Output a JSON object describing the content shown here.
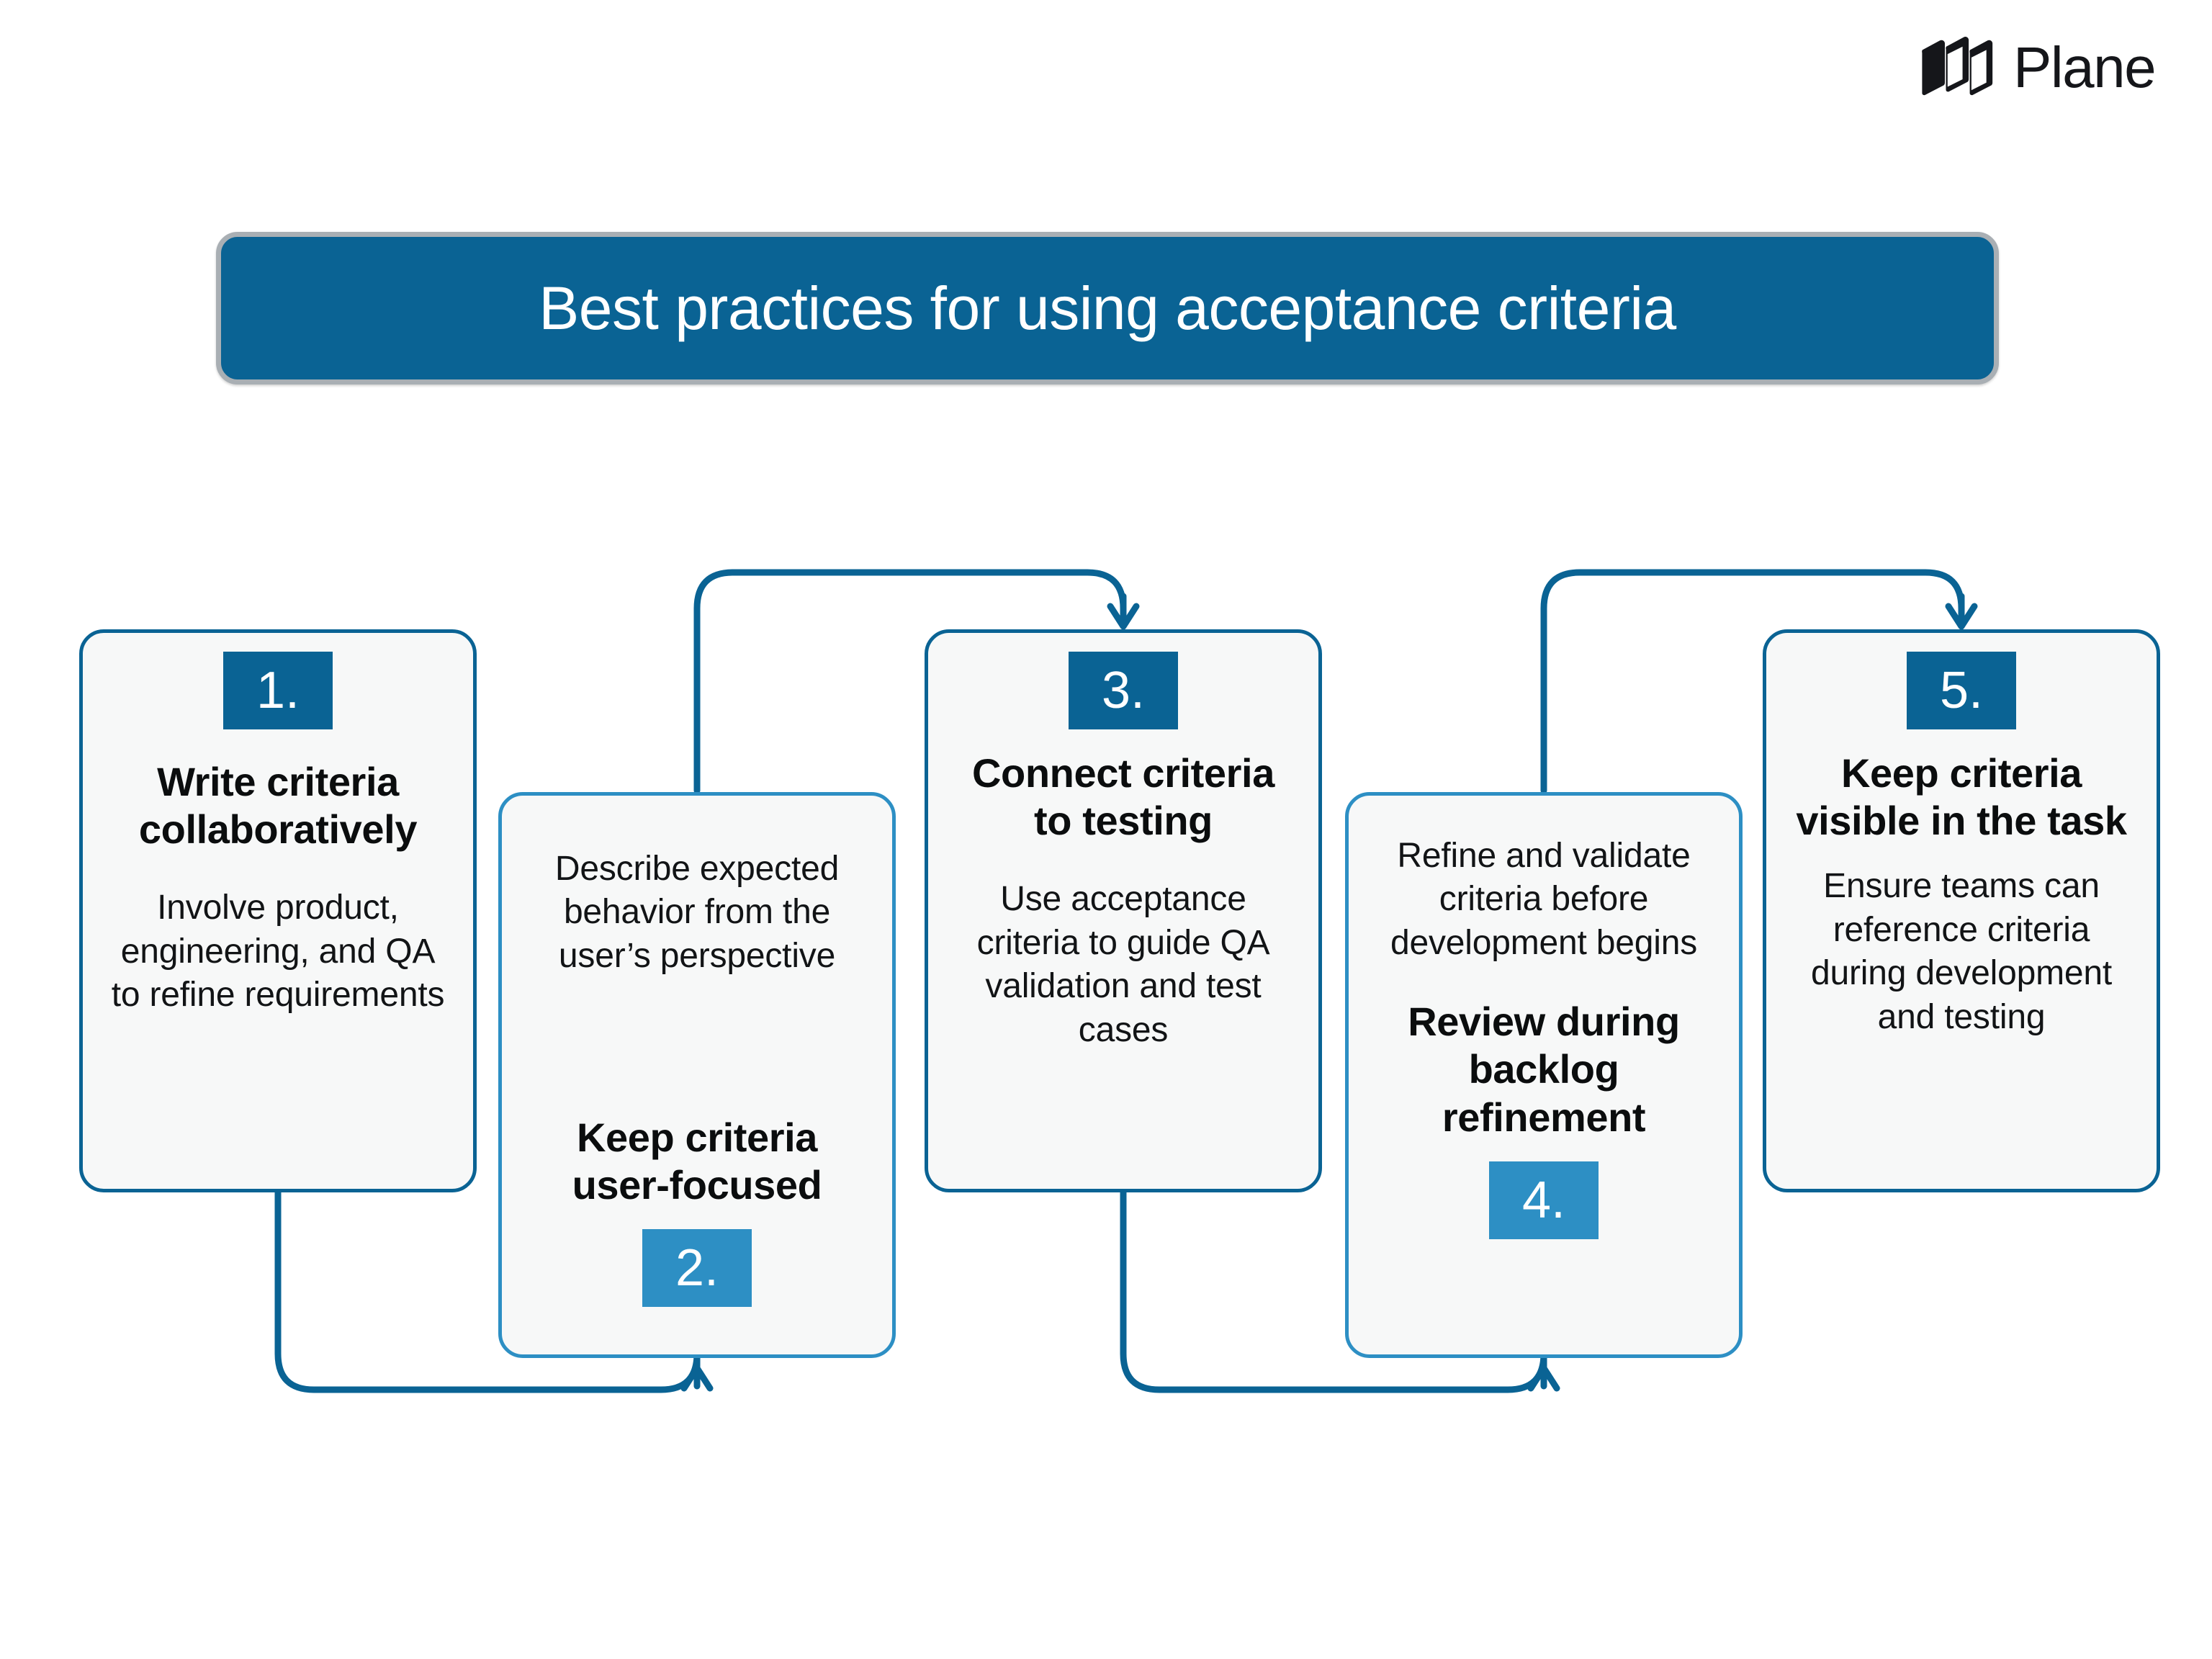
{
  "brand": {
    "name": "Plane",
    "logo_icon": "plane-logo-icon",
    "logo_color": "#15161A"
  },
  "header": {
    "title": "Best practices for using acceptance criteria",
    "banner_fill": "#0A6394",
    "banner_border": "#A9AFB4",
    "title_color": "#FFFFFF"
  },
  "theme": {
    "accent_dark": "#0A6394",
    "accent_light": "#2D8FC4",
    "card_fill": "#F7F8F8",
    "text_color": "#0B0D0E",
    "page_background": "#FFFFFF"
  },
  "diagram": {
    "type": "process-flow",
    "orientation": "horizontal-zigzag",
    "step_count": 5,
    "steps": [
      {
        "number": "1.",
        "title": "Write criteria collaboratively",
        "description": "Involve product, engineering, and QA to refine requirements",
        "variant": "dark",
        "badge_position": "top",
        "accent": "#0A6394"
      },
      {
        "number": "2.",
        "title": "Keep criteria user-focused",
        "description": "Describe expected behavior from the user’s perspective",
        "variant": "light",
        "badge_position": "bottom",
        "accent": "#2D8FC4"
      },
      {
        "number": "3.",
        "title": "Connect criteria to testing",
        "description": "Use acceptance criteria to guide QA validation and test cases",
        "variant": "dark",
        "badge_position": "top",
        "accent": "#0A6394"
      },
      {
        "number": "4.",
        "title": "Review during backlog refinement",
        "description": "Refine and validate criteria before development begins",
        "variant": "light",
        "badge_position": "bottom",
        "accent": "#2D8FC4"
      },
      {
        "number": "5.",
        "title": "Keep criteria visible in the task",
        "description": "Ensure teams can reference criteria during development and testing",
        "variant": "dark",
        "badge_position": "top",
        "accent": "#0A6394"
      }
    ],
    "connectors": [
      {
        "from": "1",
        "to": "2",
        "route": "bottom",
        "arrow": "up"
      },
      {
        "from": "2",
        "to": "3",
        "route": "top",
        "arrow": "down"
      },
      {
        "from": "3",
        "to": "4",
        "route": "bottom",
        "arrow": "up"
      },
      {
        "from": "4",
        "to": "5",
        "route": "top",
        "arrow": "down"
      }
    ],
    "connector_color": "#0A6394"
  }
}
